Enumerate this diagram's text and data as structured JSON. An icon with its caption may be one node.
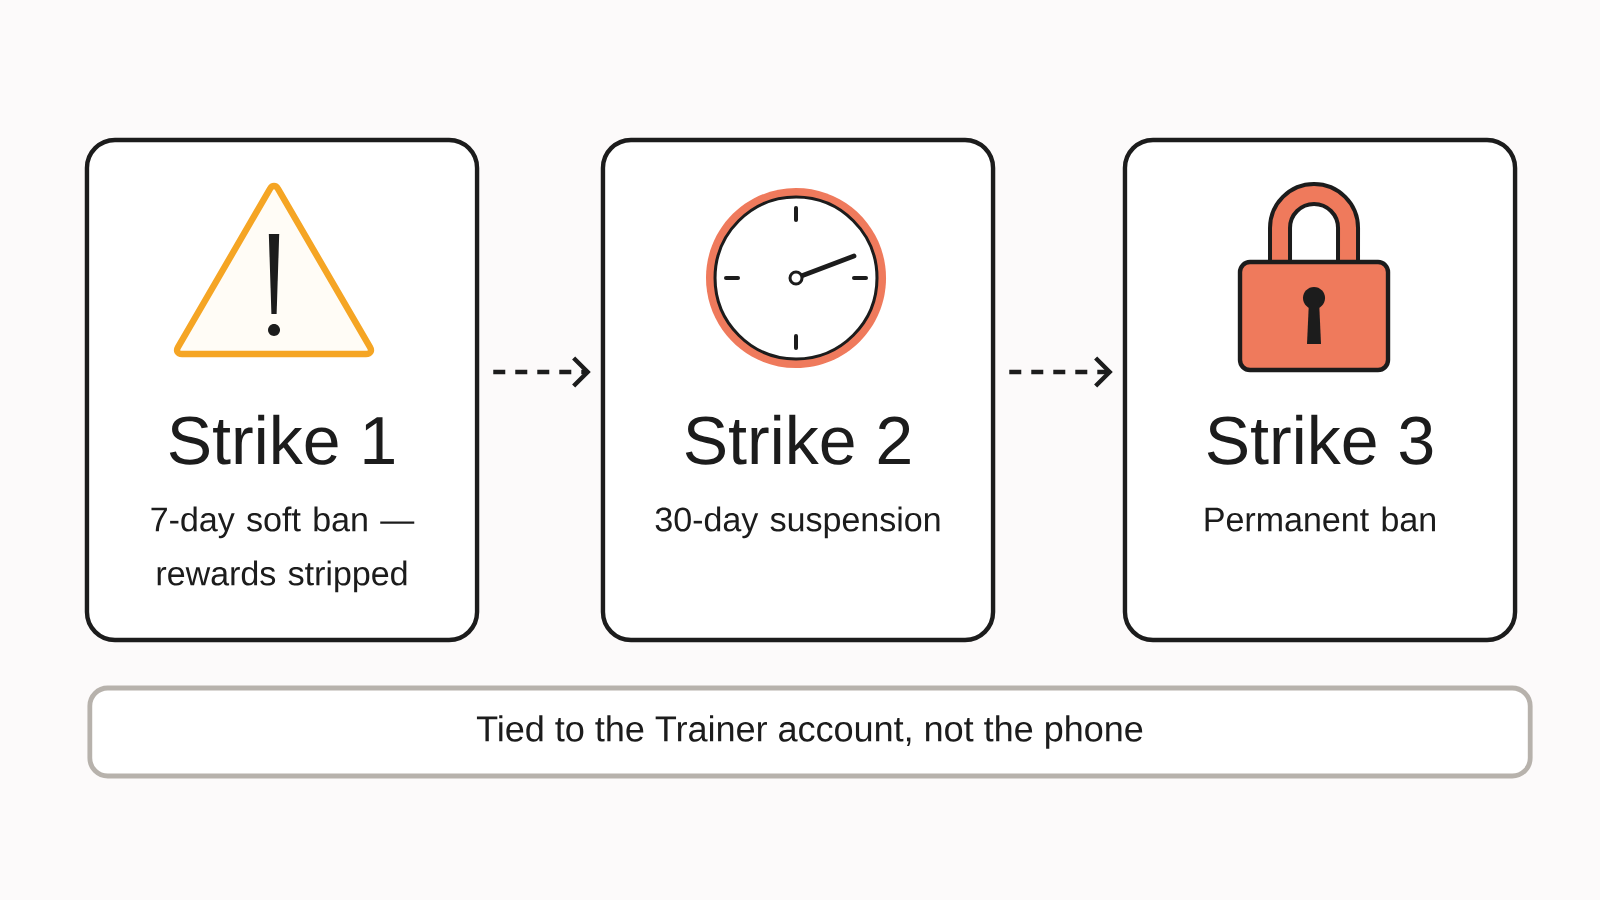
{
  "diagram": {
    "nodes": [
      {
        "text": [
          "Strike 1",
          "7-day soft ban — rewards stripped"
        ]
      },
      {
        "text": [
          "Strike 2",
          "30-day suspension"
        ]
      },
      {
        "text": [
          "Strike 3",
          "Permanent ban"
        ]
      },
      {
        "text": [
          "Tied to the Trainer account, not the phone"
        ]
      }
    ],
    "edges": [
      {
        "from": 0,
        "to": 1,
        "arrow": "to",
        "style": "dashed"
      },
      {
        "from": 1,
        "to": 2,
        "arrow": "to",
        "style": "dashed"
      }
    ]
  }
}
